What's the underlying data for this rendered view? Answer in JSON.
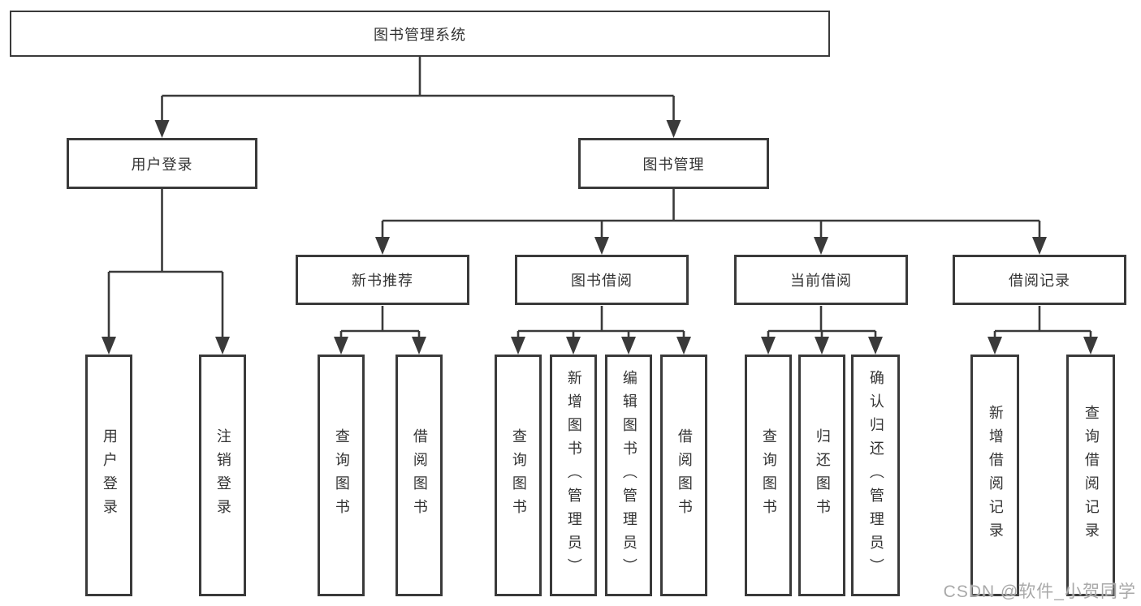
{
  "diagram": {
    "root_label": "图书管理系统",
    "user_login": {
      "label": "用户登录",
      "children": [
        "用户登录",
        "注销登录"
      ]
    },
    "book_mgmt": {
      "label": "图书管理",
      "new_books": {
        "label": "新书推荐",
        "children": [
          "查询图书",
          "借阅图书"
        ]
      },
      "borrowing": {
        "label": "图书借阅",
        "children": [
          "查询图书",
          "新增图书（管理员）",
          "编辑图书（管理员）",
          "借阅图书"
        ]
      },
      "current": {
        "label": "当前借阅",
        "children": [
          "查询图书",
          "归还图书",
          "确认归还（管理员）"
        ]
      },
      "records": {
        "label": "借阅记录",
        "children": [
          "新增借阅记录",
          "查询借阅记录"
        ]
      }
    }
  },
  "watermark": {
    "text": "CSDN @软件_小贺同学"
  },
  "colors": {
    "line": "#3a3a3a",
    "text": "#333333",
    "background": "#ffffff",
    "watermark": "#a9a9a9"
  }
}
